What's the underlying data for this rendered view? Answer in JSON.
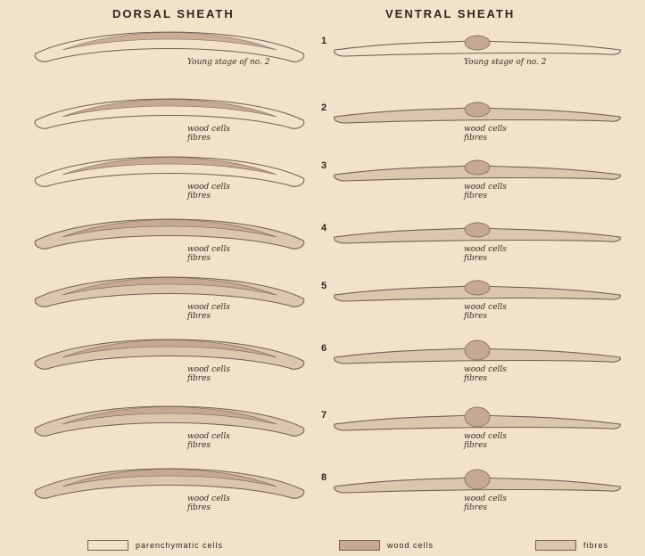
{
  "headings": {
    "dorsal": "DORSAL SHEATH",
    "ventral": "VENTRAL SHEATH"
  },
  "rows": [
    {
      "number": "1",
      "dorsal_label": [
        "Young stage of no. 2",
        ""
      ],
      "ventral_label": [
        "Young stage of no. 2",
        ""
      ]
    },
    {
      "number": "2",
      "dorsal_label": [
        "wood cells",
        "fibres"
      ],
      "ventral_label": [
        "wood cells",
        "fibres"
      ]
    },
    {
      "number": "3",
      "dorsal_label": [
        "wood cells",
        "fibres"
      ],
      "ventral_label": [
        "wood cells",
        "fibres"
      ]
    },
    {
      "number": "4",
      "dorsal_label": [
        "wood cells",
        "fibres"
      ],
      "ventral_label": [
        "wood cells",
        "fibres"
      ]
    },
    {
      "number": "5",
      "dorsal_label": [
        "wood cells",
        "fibres"
      ],
      "ventral_label": [
        "wood cells",
        "fibres"
      ]
    },
    {
      "number": "6",
      "dorsal_label": [
        "wood cells",
        "fibres"
      ],
      "ventral_label": [
        "wood cells",
        "fibres"
      ]
    },
    {
      "number": "7",
      "dorsal_label": [
        "wood cells",
        "fibres"
      ],
      "ventral_label": [
        "wood cells",
        "fibres"
      ]
    },
    {
      "number": "8",
      "dorsal_label": [
        "wood cells",
        "fibres"
      ],
      "ventral_label": [
        "wood cells",
        "fibres"
      ]
    }
  ],
  "legend": [
    {
      "label": "parenchymatic cells",
      "swatch": "paren"
    },
    {
      "label": "wood cells",
      "swatch": "wood"
    },
    {
      "label": "fibres",
      "swatch": "fibre"
    }
  ],
  "colors": {
    "background": "#f3e1c9",
    "outline": "#6f6358",
    "wood": "#c7a892",
    "fibre": "#dcc6ae",
    "parenchyma": "#f3e1c9"
  }
}
